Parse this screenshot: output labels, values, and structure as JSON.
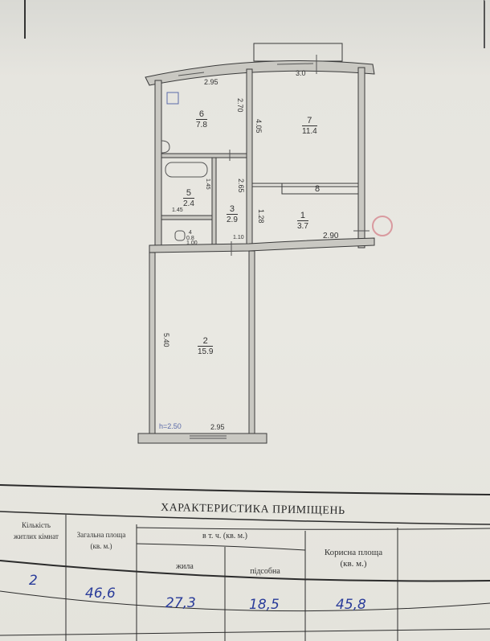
{
  "floor_plan": {
    "rooms": [
      {
        "number": "1",
        "area": "3.7"
      },
      {
        "number": "2",
        "area": "15.9"
      },
      {
        "number": "3",
        "area": "2.9"
      },
      {
        "number": "4",
        "area": "0.8"
      },
      {
        "number": "5",
        "area": "2.4"
      },
      {
        "number": "6",
        "area": "7.8"
      },
      {
        "number": "7",
        "area": "11.4"
      },
      {
        "number": "8",
        "area": ""
      }
    ],
    "dimensions": {
      "kitchen_width": "2.95",
      "kitchen_length": "2.70",
      "room7_width": "3.0",
      "room7_length": "4.05",
      "corridor_length": "2.65",
      "bath_length": "1.45",
      "bath_width": "1.45",
      "wc_width": "1.00",
      "corridor_small": "1.10",
      "hall_length": "1.28",
      "hall_width": "2.90",
      "room2_length": "5.40",
      "room2_width": "2.95",
      "ceiling_height": "h=2.50"
    }
  },
  "table": {
    "title": "ХАРАКТЕРИСТИКА ПРИМІЩЕНЬ",
    "headers": {
      "rooms_count": "Кількість житлих кімнат",
      "total_area": "Загальна площа (кв. м.)",
      "including": "в т. ч. (кв. м.)",
      "living": "жила",
      "auxiliary": "підсобна",
      "useful_area": "Корисна площа (кв. м.)"
    },
    "values": {
      "rooms_count": "2",
      "total_area": "46,6",
      "living": "27,3",
      "auxiliary": "18,5",
      "useful_area": "45,8"
    }
  }
}
